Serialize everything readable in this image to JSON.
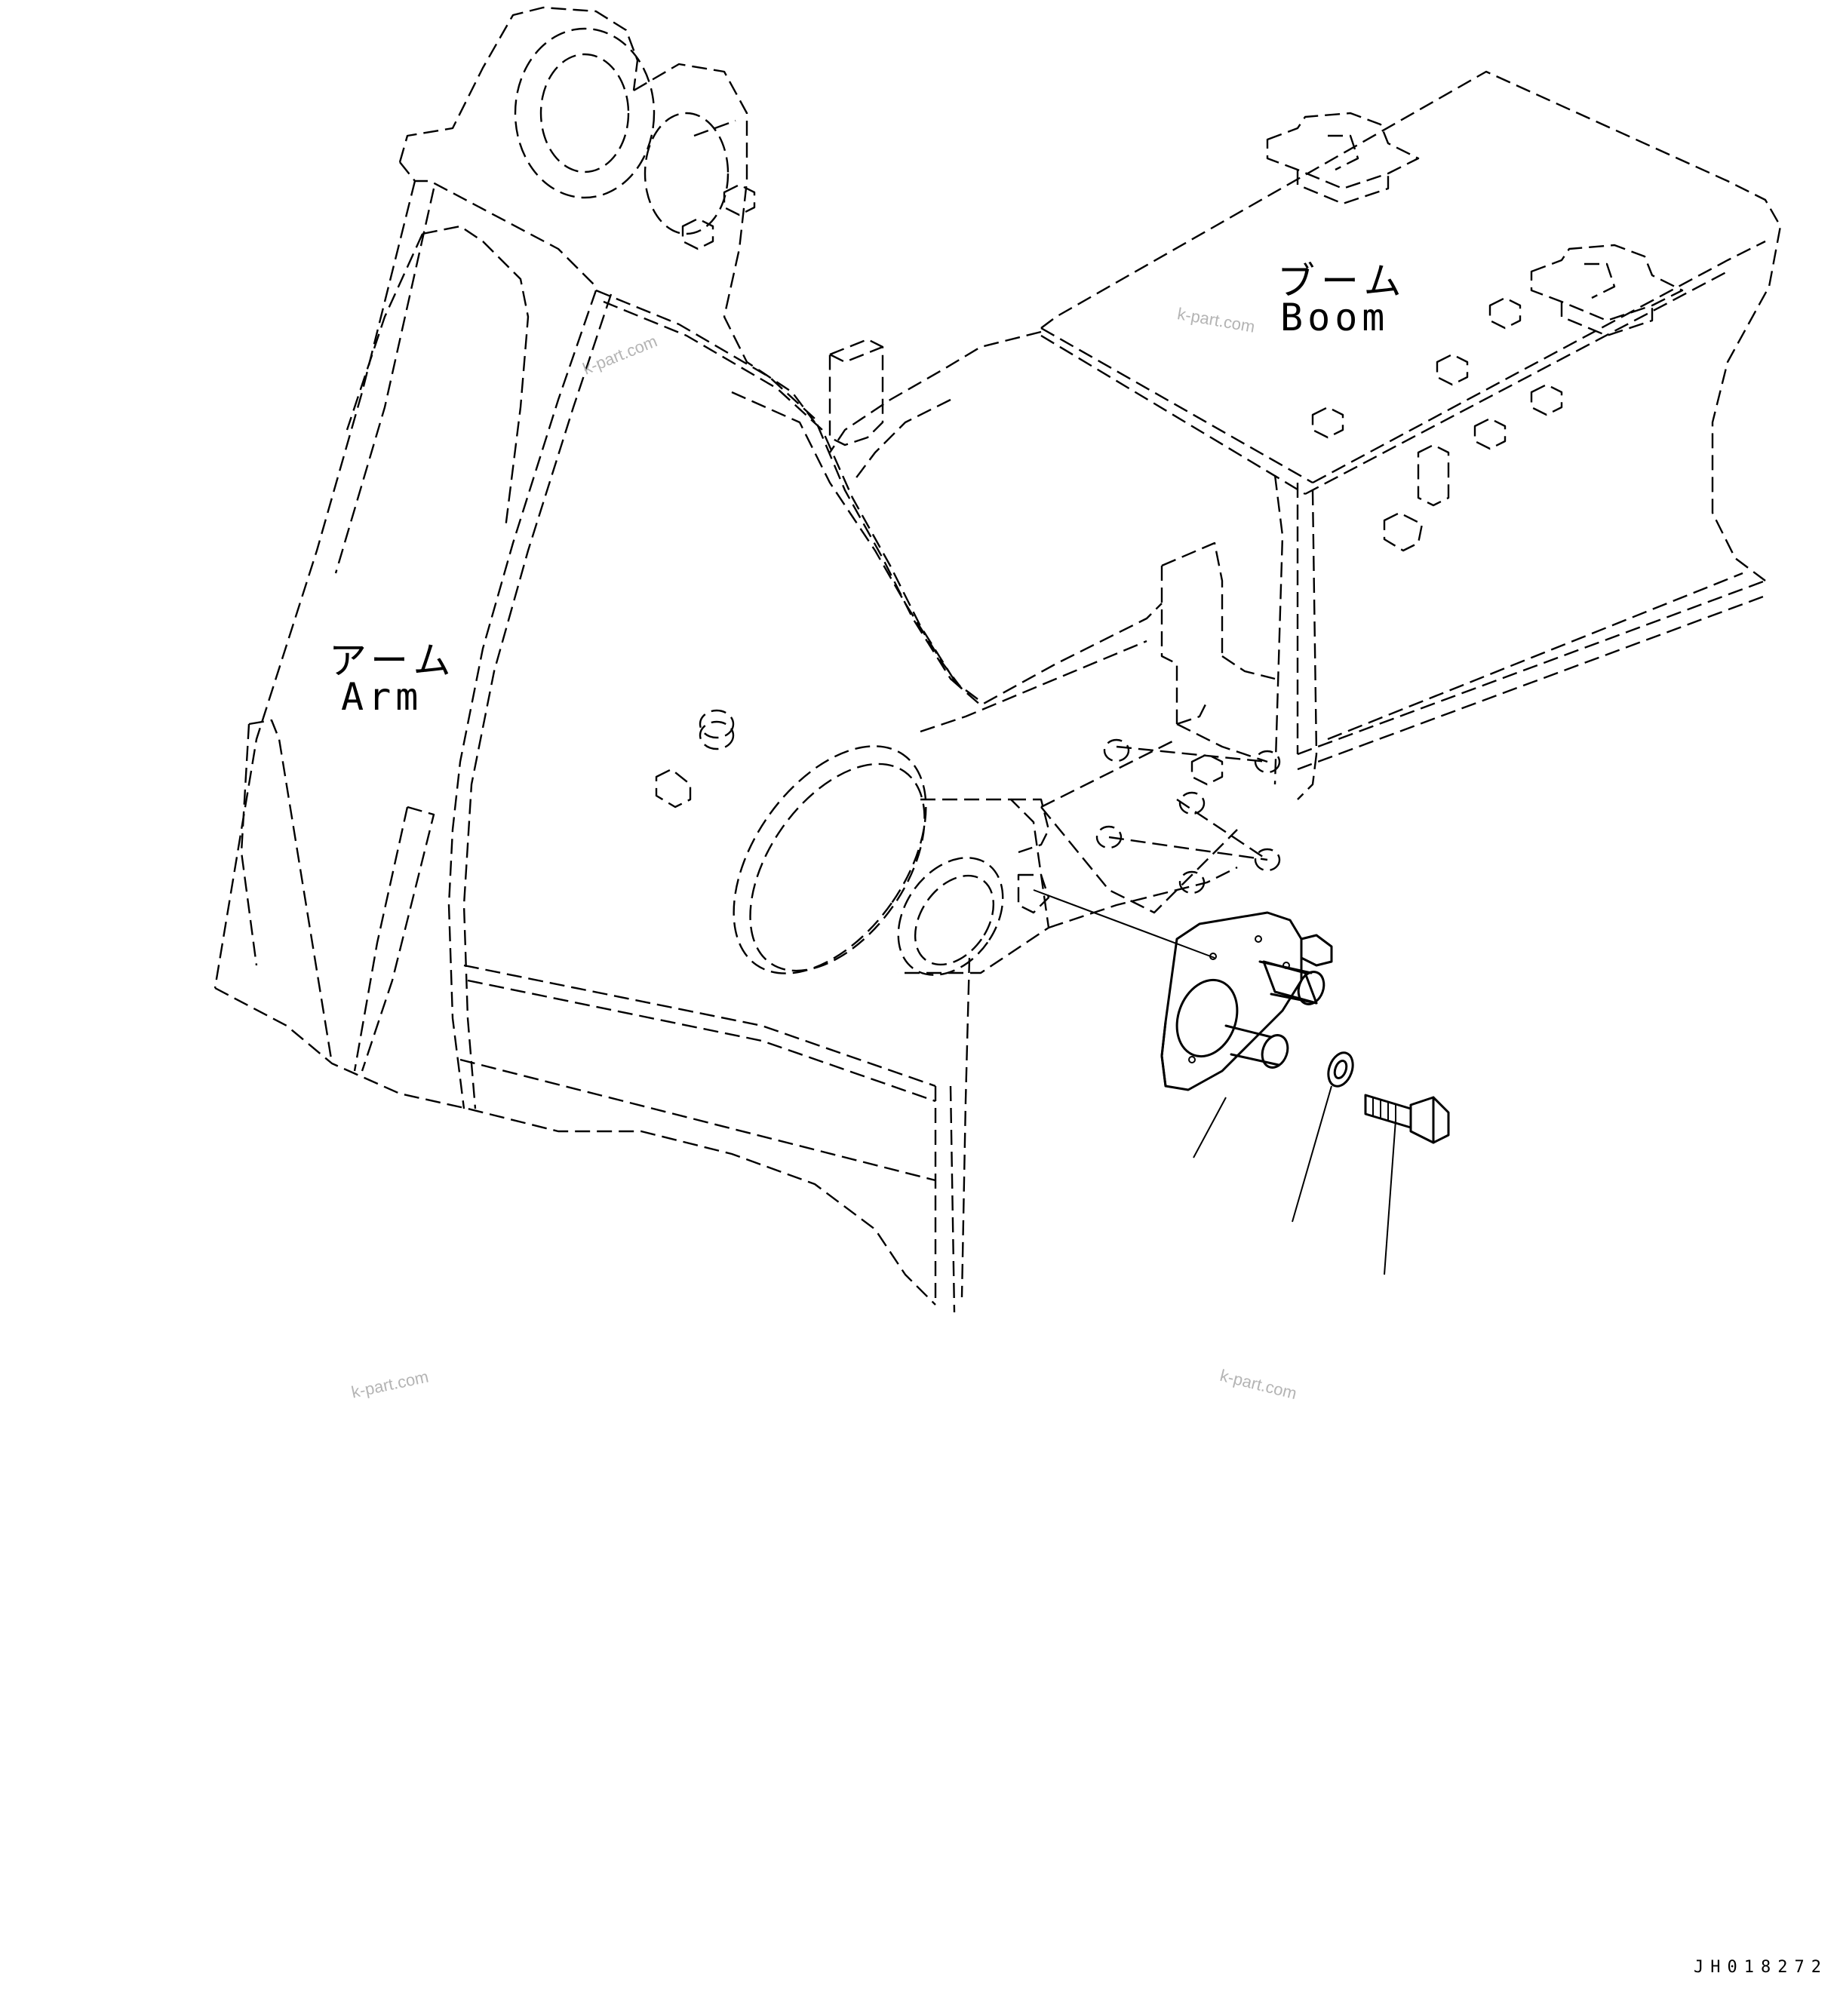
{
  "labels": {
    "arm_jp": "アーム",
    "arm_en": "Arm",
    "boom_jp": "ブーム",
    "boom_en": "Boom"
  },
  "watermarks": [
    "k-part.com",
    "k-part.com",
    "k-part.com",
    "k-part.com"
  ],
  "drawing_code": "JH018272",
  "colors": {
    "line": "#000000",
    "watermark": "#b4b4b4",
    "background": "#ffffff"
  }
}
